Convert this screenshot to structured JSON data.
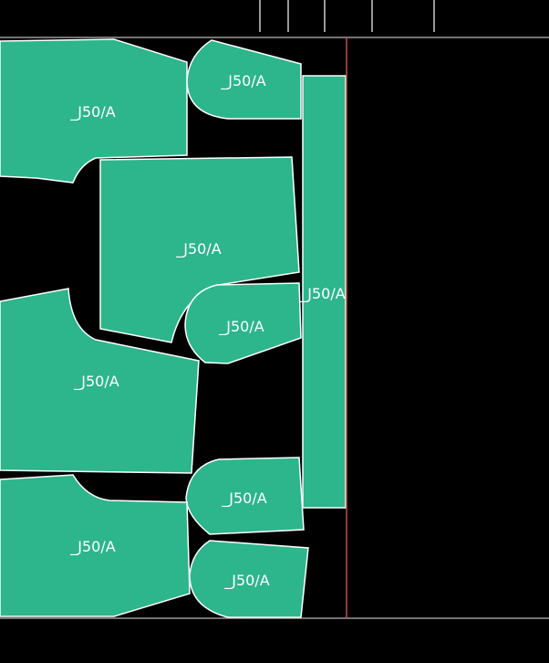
{
  "canvas": {
    "piece_color": "#2db58c",
    "boundary_color": "#c05050",
    "pieces": [
      {
        "label": "_J50/A"
      },
      {
        "label": "_J50/A"
      },
      {
        "label": "_J50/A"
      },
      {
        "label": "_J50/A"
      },
      {
        "label": "_J50/A"
      },
      {
        "label": "_J50/A"
      },
      {
        "label": "_J50/A"
      },
      {
        "label": "_J50/A"
      },
      {
        "label": "_J50/A"
      }
    ]
  }
}
